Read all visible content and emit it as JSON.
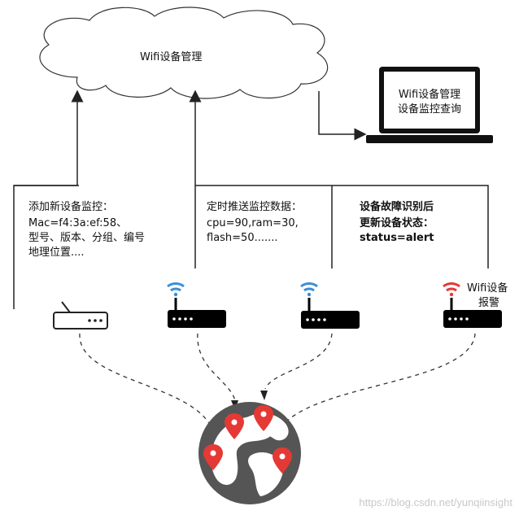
{
  "cloud": {
    "label": "Wifi设备管理"
  },
  "laptop": {
    "line1": "Wifi设备管理",
    "line2": "设备监控查询"
  },
  "panel_add": {
    "lines": [
      "添加新设备监控：",
      "Mac=f4:3a:ef:58、",
      "型号、版本、分组、编号",
      "地理位置...."
    ]
  },
  "panel_push": {
    "lines": [
      "定时推送监控数据：",
      "cpu=90,ram=30,",
      "flash=50......."
    ]
  },
  "panel_fault": {
    "lines": [
      "设备故障识别后",
      "更新设备状态：",
      "status=alert"
    ]
  },
  "alarm": {
    "line1": "Wifi设备",
    "line2": "报警"
  },
  "watermark": "https://blog.csdn.net/yunqiinsight",
  "colors": {
    "wifi_normal": "#3a8fd6",
    "wifi_alert": "#e53935",
    "router": "#000000",
    "pin": "#e53935",
    "globe": "#555555"
  }
}
